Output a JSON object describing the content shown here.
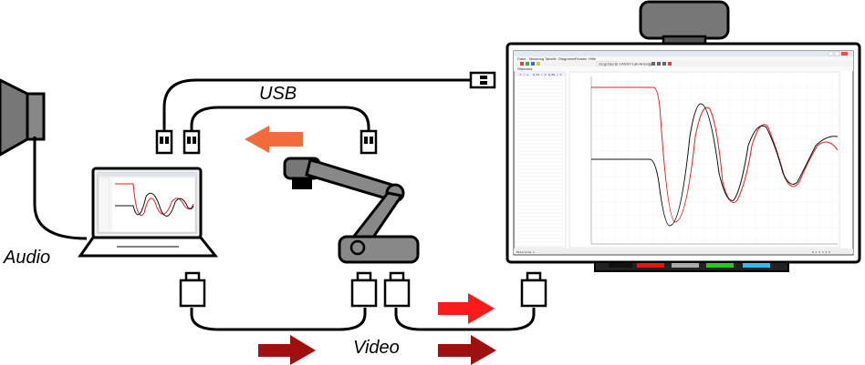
{
  "labels": {
    "usb": "USB",
    "audio": "Audio",
    "video": "Video"
  },
  "whiteboard": {
    "menu_items": [
      "Datei",
      "Messung",
      "Tabelle",
      "Diagramm",
      "Fenster",
      "Hilfe"
    ],
    "toolbar_text": "Vergrößerte CASSY-Lab-Anzeige",
    "tab": "Standard",
    "table_headers": [
      "t / s",
      "U_A1 / V",
      "U_B1 / V"
    ],
    "statusbar_left": "Messreihe 1",
    "statusbar_right": "0 1 2 3 4 5",
    "tray_pen_colors": [
      "#111111",
      "#ee1111",
      "#aaaaaa",
      "#22cc22",
      "#33bbee"
    ]
  },
  "colors": {
    "arrow_usb": "#f26b3a",
    "arrow_video_dark": "#a01010",
    "arrow_video_bright": "#ff1a1a",
    "curve_red": "#e02020",
    "curve_black": "#111111"
  }
}
